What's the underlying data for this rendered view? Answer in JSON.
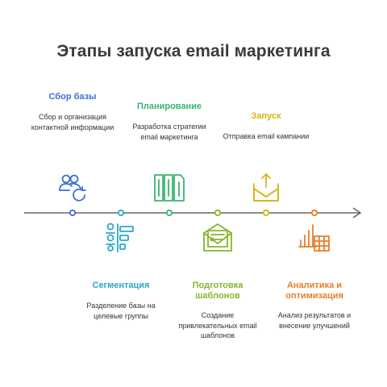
{
  "title": "Этапы запуска email маркетинга",
  "stages": [
    {
      "title": "Сбор базы",
      "description": "Сбор и организация контактной информации",
      "color": "#3b6fd4",
      "icon": "users-refresh-icon"
    },
    {
      "title": "Сегментация",
      "description": "Разделение базы на целевые группы",
      "color": "#2aa7c9",
      "icon": "segmentation-icon"
    },
    {
      "title": "Планирование",
      "description": "Разработка стратегии email маркетинга",
      "color": "#37b56f",
      "icon": "planning-columns-icon"
    },
    {
      "title": "Подготовка шаблонов",
      "description": "Создание привлекательных email шаблонов",
      "color": "#86b52a",
      "icon": "envelope-template-icon"
    },
    {
      "title": "Запуск",
      "description": "Отправка email кампании",
      "color": "#d8b414",
      "icon": "envelope-send-icon"
    },
    {
      "title": "Аналитика и оптимизация",
      "description": "Анализ результатов и внесение улучшений",
      "color": "#e57f26",
      "icon": "analytics-chart-icon"
    }
  ]
}
